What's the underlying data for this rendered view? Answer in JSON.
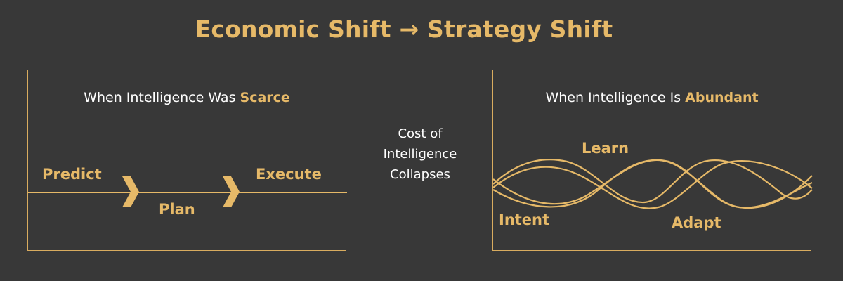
{
  "title": "Economic Shift → Strategy Shift",
  "colors": {
    "background": "#383838",
    "accent": "#e6b968",
    "text": "#ffffff",
    "border": "#d9ac5f"
  },
  "left_panel": {
    "heading_prefix": "When Intelligence Was ",
    "heading_emphasis": "Scarce",
    "steps": [
      "Predict",
      "Plan",
      "Execute"
    ]
  },
  "center_caption": "Cost of Intelligence Collapses",
  "right_panel": {
    "heading_prefix": "When Intelligence Is ",
    "heading_emphasis": "Abundant",
    "steps": [
      "Learn",
      "Intent",
      "Adapt"
    ]
  }
}
